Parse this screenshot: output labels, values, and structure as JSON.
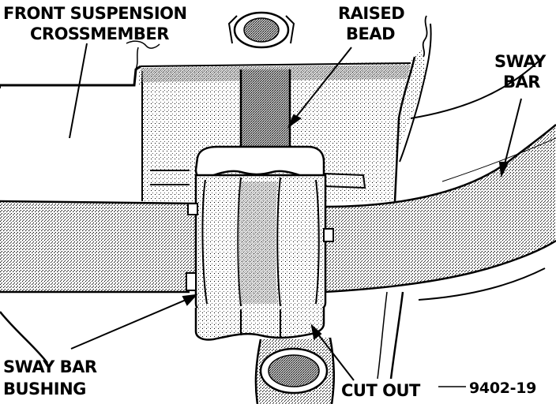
{
  "labels": {
    "front_suspension_line1": "FRONT SUSPENSION",
    "front_suspension_line2": "CROSSMEMBER",
    "raised_bead_line1": "RAISED",
    "raised_bead_line2": "BEAD",
    "sway_bar_line1": "SWAY",
    "sway_bar_line2": "BAR",
    "bushing_line1": "SWAY BAR",
    "bushing_line2": "BUSHING",
    "cut_out": "CUT OUT",
    "figure_number": "9402-19"
  },
  "colors": {
    "ink": "#000000",
    "paper": "#ffffff",
    "shade": "#777777"
  }
}
